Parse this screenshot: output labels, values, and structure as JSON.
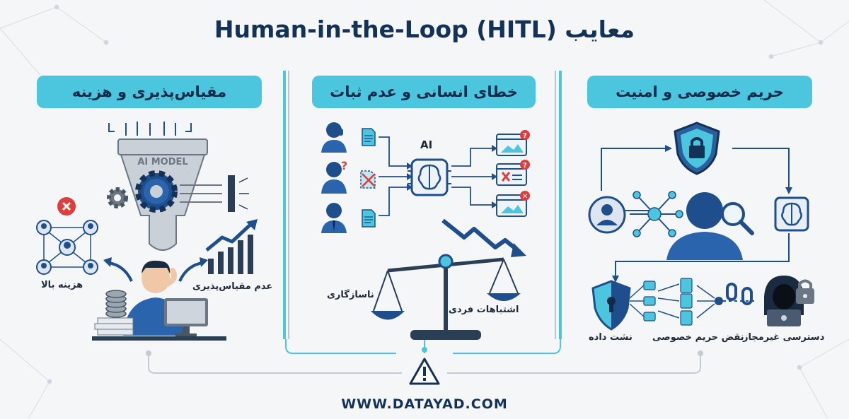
{
  "title": "معایب Human-in-the-Loop (HITL)",
  "website": "WWW.DATAYAD.COM",
  "colors": {
    "accent": "#4cc6df",
    "navy": "#143257",
    "blue": "#1f4e8c",
    "red": "#e23b3b"
  },
  "panels": {
    "privacy": {
      "heading": "حریم خصوصی و امنیت",
      "labels": {
        "unauthorized": "دسترسی غیرمجاز",
        "privacy_violation": "نقض حریم خصوصی",
        "data_leak": "نشت داده"
      },
      "icons": [
        "shield-lock-icon",
        "user-icon",
        "network-icon",
        "magnifier-icon",
        "brain-chip-icon",
        "hacker-icon",
        "padlock-icon",
        "folder-icon",
        "broken-chain-icon"
      ]
    },
    "error": {
      "heading": "خطای انسانی و عدم ثبات",
      "labels": {
        "ai": "AI",
        "inconsistency": "ناسازگاری",
        "individual_errors": "اشتباهات فردی"
      },
      "icons": [
        "person-icon",
        "document-icon",
        "brain-chip-icon",
        "image-window-icon",
        "question-badge-icon",
        "scale-icon",
        "downtrend-arrow-icon"
      ]
    },
    "scale": {
      "heading": "مقیاس‌پذیری و هزینه",
      "labels": {
        "model": "AI MODEL",
        "not_scalable": "عدم مقیاس‌پذیری",
        "high_cost": "هزینه بالا"
      },
      "icons": [
        "funnel-icon",
        "gear-icon",
        "uptrend-chart-icon",
        "worried-person-icon",
        "computer-icon",
        "coins-icon",
        "people-network-icon",
        "x-badge-icon"
      ]
    }
  }
}
